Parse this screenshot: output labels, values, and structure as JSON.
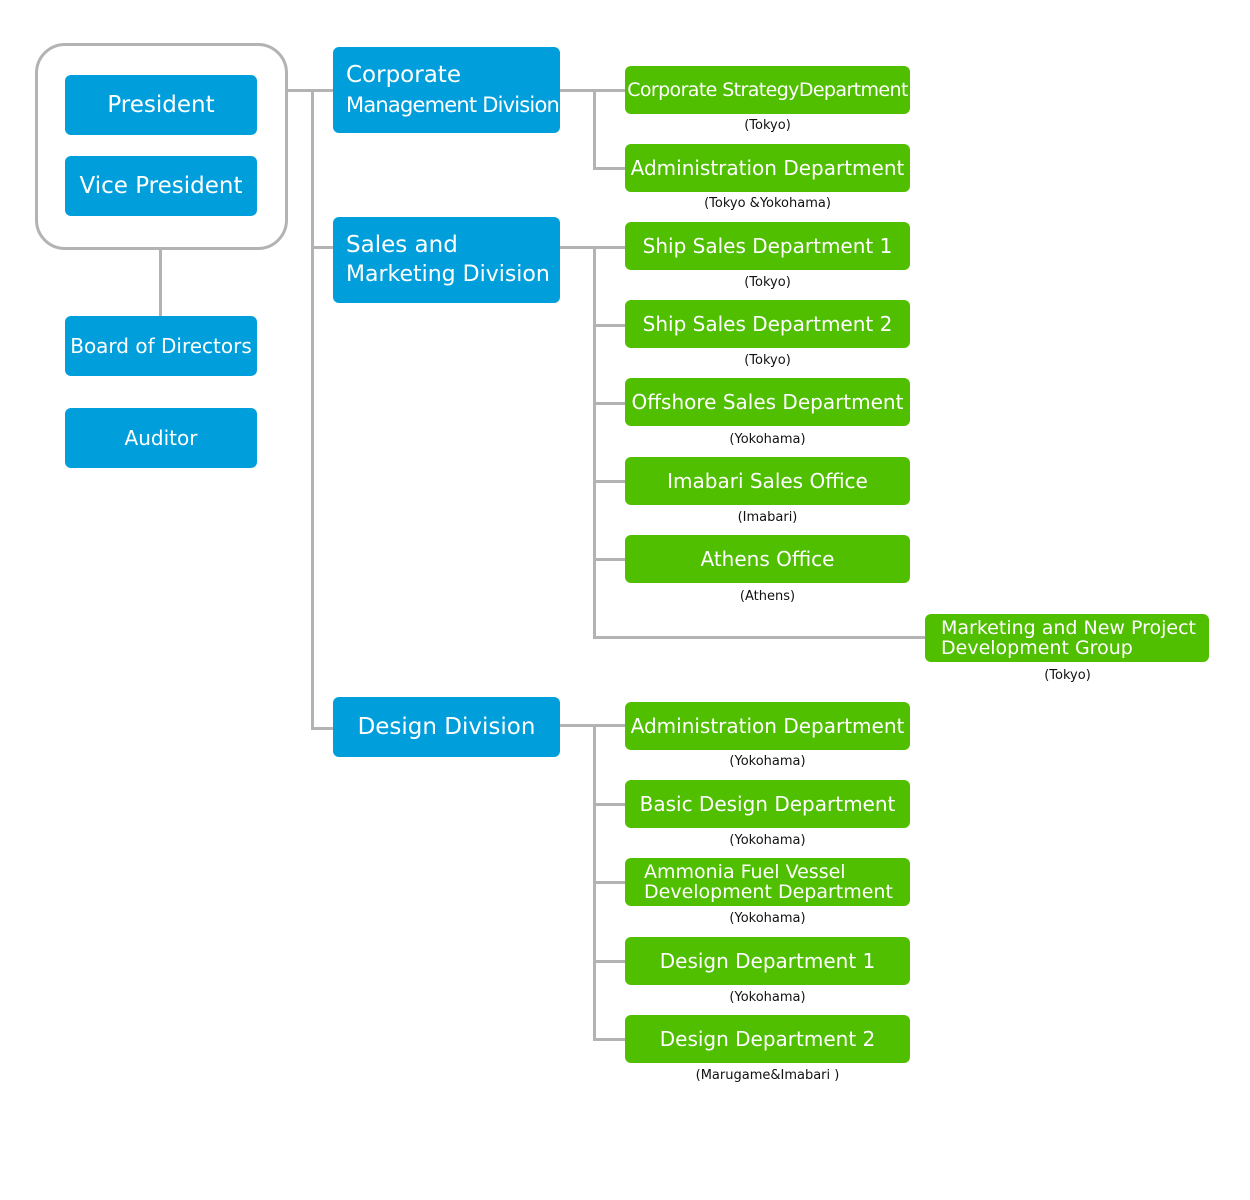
{
  "executives": {
    "president": "President",
    "vice_president": "Vice President",
    "board": "Board of Directors",
    "auditor": "Auditor"
  },
  "divisions": {
    "corporate": {
      "line1": "Corporate",
      "line2": "Management Division",
      "departments": [
        {
          "name": "Corporate StrategyDepartment",
          "location": "(Tokyo)"
        },
        {
          "name": "Administration Department",
          "location": "(Tokyo &Yokohama)"
        }
      ]
    },
    "sales": {
      "line1": "Sales and",
      "line2": "Marketing Division",
      "departments": [
        {
          "name": "Ship Sales Department 1",
          "location": "(Tokyo)"
        },
        {
          "name": "Ship Sales Department 2",
          "location": "(Tokyo)"
        },
        {
          "name": "Offshore Sales Department",
          "location": "(Yokohama)"
        },
        {
          "name": "Imabari Sales Office",
          "location": "(Imabari)"
        },
        {
          "name": "Athens Office",
          "location": "(Athens)"
        }
      ],
      "group": {
        "line1": "Marketing and New Project",
        "line2": "Development Group",
        "location": "(Tokyo)"
      }
    },
    "design": {
      "label": "Design Division",
      "departments": [
        {
          "name": "Administration Department",
          "location": "(Yokohama)"
        },
        {
          "name": "Basic Design Department",
          "location": "(Yokohama)"
        },
        {
          "name": "Ammonia Fuel Vessel",
          "name2": "Development Department",
          "location": "(Yokohama)"
        },
        {
          "name": "Design Department 1",
          "location": "(Yokohama)"
        },
        {
          "name": "Design Department 2",
          "location": "(Marugame&Imabari )"
        }
      ]
    }
  },
  "colors": {
    "executive_blue": "#009fdc",
    "department_green": "#4fbf00",
    "connector_gray": "#b3b3b3"
  }
}
